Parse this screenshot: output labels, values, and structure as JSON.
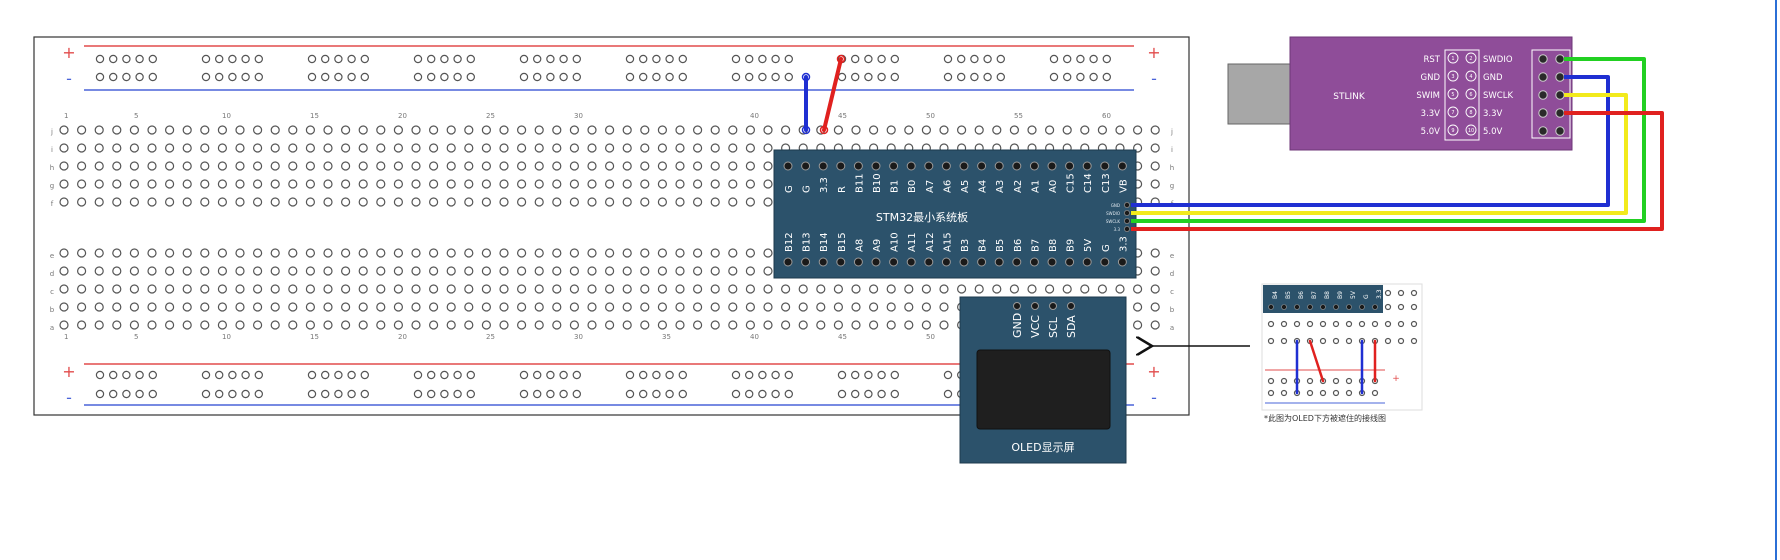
{
  "breadboard": {
    "rail_plus": "+",
    "rail_minus": "-",
    "top_col_numbers": [
      "1",
      "5",
      "10",
      "15",
      "20",
      "25",
      "30",
      "40",
      "45",
      "50",
      "55",
      "60"
    ],
    "bottom_col_numbers": [
      "1",
      "5",
      "10",
      "15",
      "20",
      "25",
      "30",
      "35",
      "40",
      "45",
      "50"
    ],
    "top_row_letters": [
      "j",
      "i",
      "h",
      "g",
      "f"
    ],
    "bottom_row_letters": [
      "e",
      "d",
      "c",
      "b",
      "a"
    ]
  },
  "stm32": {
    "title": "STM32最小系统板",
    "top_pins": [
      "G",
      "G",
      "3.3",
      "R",
      "B11",
      "B10",
      "B1",
      "B0",
      "A7",
      "A6",
      "A5",
      "A4",
      "A3",
      "A2",
      "A1",
      "A0",
      "C15",
      "C14",
      "C13",
      "VB"
    ],
    "bottom_pins": [
      "B12",
      "B13",
      "B14",
      "B15",
      "A8",
      "A9",
      "A10",
      "A11",
      "A12",
      "A15",
      "B3",
      "B4",
      "B5",
      "B6",
      "B7",
      "B8",
      "B9",
      "5V",
      "G",
      "3.3"
    ],
    "swd_labels": [
      "GND",
      "SWDIO",
      "SWCLK",
      "3.3"
    ]
  },
  "oled": {
    "title": "OLED显示屏",
    "pins": [
      "GND",
      "VCC",
      "SCL",
      "SDA"
    ]
  },
  "stlink": {
    "title": "STLINK",
    "left_labels": [
      "RST",
      "GND",
      "SWIM",
      "3.3V",
      "5.0V"
    ],
    "right_labels": [
      "SWDIO",
      "GND",
      "SWCLK",
      "3.3V",
      "5.0V"
    ],
    "pin_numbers": [
      [
        "1",
        "2"
      ],
      [
        "3",
        "4"
      ],
      [
        "5",
        "6"
      ],
      [
        "7",
        "8"
      ],
      [
        "9",
        "10"
      ]
    ]
  },
  "inset": {
    "pin_labels": [
      "B4",
      "B5",
      "B6",
      "B7",
      "B8",
      "B9",
      "5V",
      "G",
      "3.3"
    ],
    "caption": "*此图为OLED下方被遮住的接线图"
  },
  "wire_colors": {
    "gnd": "#1f2fd2",
    "vcc": "#e0211f",
    "swdio": "#22d022",
    "swclk": "#f2ea1c",
    "rail_red": "#e24c4c",
    "rail_blue": "#4a64d8"
  },
  "board_colors": {
    "stm32": "#2c526b",
    "stlink": "#8f4d99",
    "oled_screen": "#1f1f1f"
  }
}
